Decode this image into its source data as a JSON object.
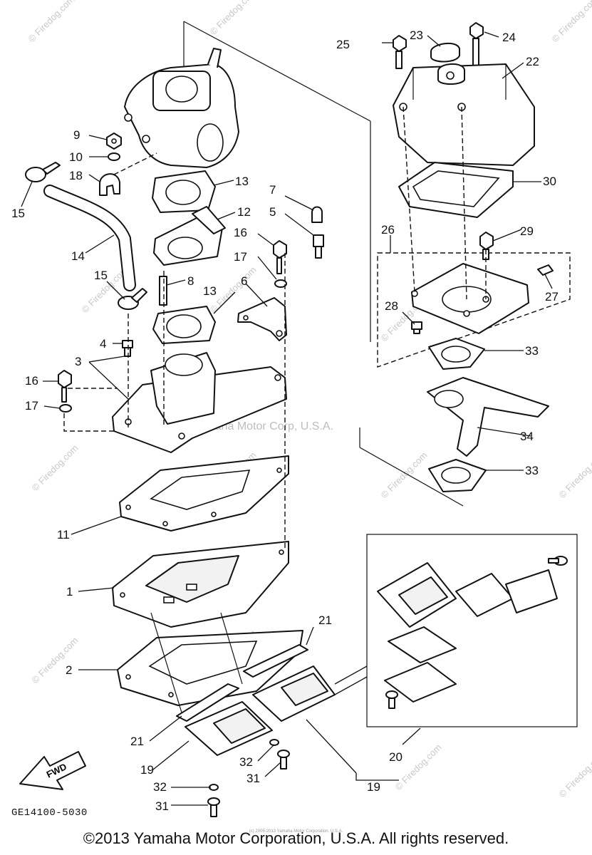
{
  "diagram": {
    "callouts": {
      "c1": "1",
      "c2": "2",
      "c3": "3",
      "c4": "4",
      "c5": "5",
      "c6": "6",
      "c7": "7",
      "c8": "8",
      "c9": "9",
      "c10": "10",
      "c11": "11",
      "c12": "12",
      "c13a": "13",
      "c13b": "13",
      "c14": "14",
      "c15a": "15",
      "c15b": "15",
      "c16a": "16",
      "c16b": "16",
      "c17a": "17",
      "c17b": "17",
      "c18": "18",
      "c19a": "19",
      "c19b": "19",
      "c20": "20",
      "c21a": "21",
      "c21b": "21",
      "c22": "22",
      "c23": "23",
      "c24": "24",
      "c25": "25",
      "c26": "26",
      "c27": "27",
      "c28": "28",
      "c29": "29",
      "c30": "30",
      "c31a": "31",
      "c31b": "31",
      "c32a": "32",
      "c32b": "32",
      "c33a": "33",
      "c33b": "33",
      "c34": "34"
    },
    "fwd_label": "FWD",
    "center_note": "Yamaha Motor Corp, U.S.A.",
    "watermark": "© Firedog.com",
    "diagram_code": "GE14100-5030",
    "small_print": "(c) 2005-2013 Yamaha Motor Corporation, U.S.A.",
    "copyright": "©2013 Yamaha Motor Corporation, U.S.A. All rights reserved."
  }
}
